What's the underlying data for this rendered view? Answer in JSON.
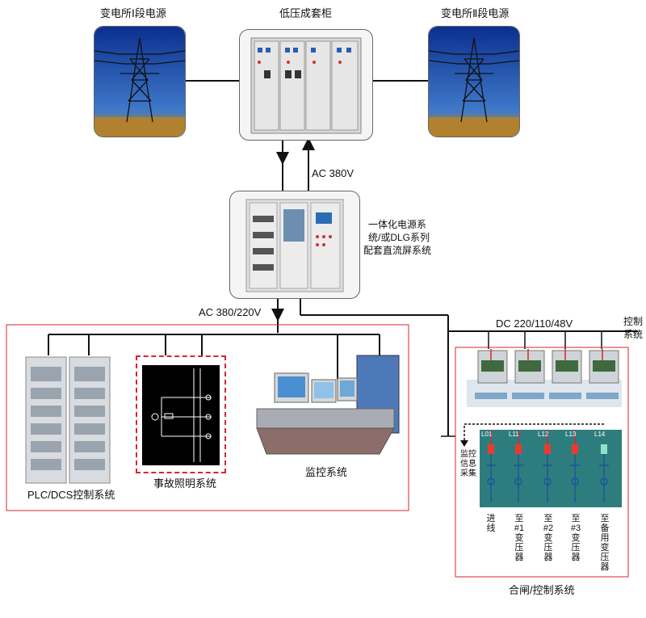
{
  "top": {
    "left_source": "变电所Ⅰ段电源",
    "center": "低压成套柜",
    "right_source": "变电所Ⅱ段电源"
  },
  "ac380": "AC 380V",
  "integrated": [
    "一体化电源系",
    "统/或DLG系列",
    "配套直流屏系统"
  ],
  "ac380_220": "AC 380/220V",
  "dc_label": "DC 220/110/48V",
  "control_label": [
    "控制",
    "系统"
  ],
  "left_group": {
    "plc": "PLC/DCS控制系统",
    "lighting": "事故照明系统",
    "monitor": "监控系统"
  },
  "right_group": {
    "monitor_collect": [
      "监控",
      "信息",
      "采集"
    ],
    "panels": [
      "L01",
      "L11",
      "L12",
      "L13",
      "L14"
    ],
    "feeders": [
      {
        "label": "进线"
      },
      {
        "label": "至#1变压器"
      },
      {
        "label": "至#2变压器"
      },
      {
        "label": "至#3变压器"
      },
      {
        "label": "至备用变压器"
      }
    ],
    "caption": "合闸/控制系统"
  },
  "colors": {
    "frame_red": "#d9262b",
    "line": "#111111",
    "panel_teal": "#2e7d7e"
  }
}
